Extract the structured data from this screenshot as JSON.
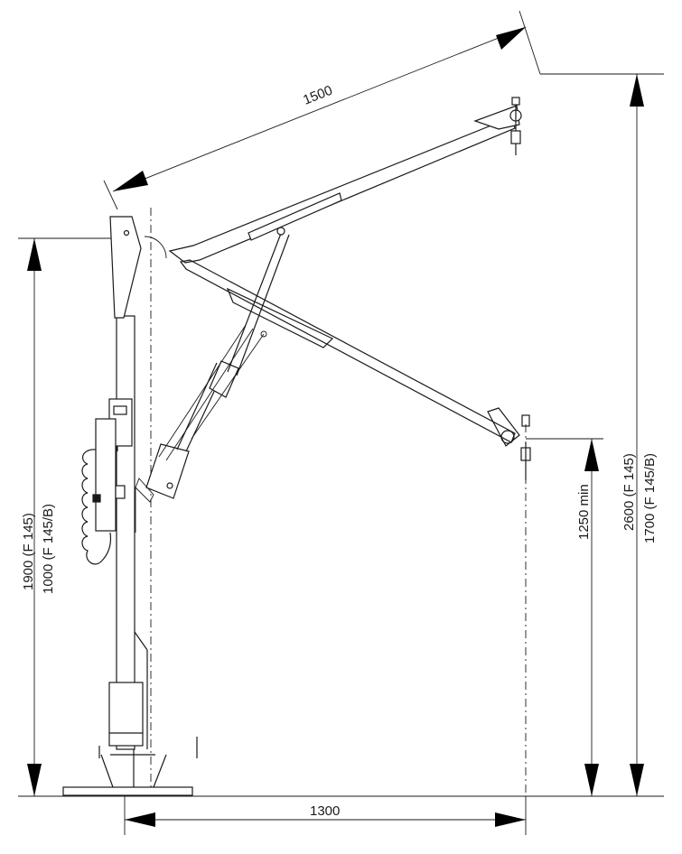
{
  "dimensions": {
    "boom_length": "1500",
    "base_width": "1300",
    "min_hook_height": "1250 min",
    "max_height_line1": "2600 (F 145)",
    "max_height_line2": "1700 (F 145/B)",
    "pivot_height_line1": "1900 (F 145)",
    "pivot_height_line2": "1000 (F 145/B)"
  }
}
